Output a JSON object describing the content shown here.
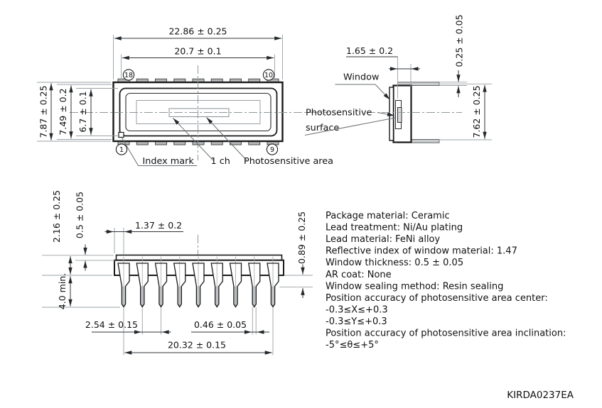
{
  "front_view": {
    "dim_width_outer": "22.86 ± 0.25",
    "dim_width_inner": "20.7 ± 0.1",
    "dim_height_outer": "7.87 ± 0.25",
    "dim_height_mid": "7.49 ± 0.2",
    "dim_height_inner": "6.7 ± 0.1",
    "pin_numbers": {
      "top_left": "18",
      "top_right": "10",
      "bottom_left": "1",
      "bottom_right": "9"
    },
    "labels": {
      "index_mark": "Index mark",
      "channel": "1 ch",
      "photosensitive_area": "Photosensitive area"
    }
  },
  "side_view": {
    "dim_depth": "1.65 ± 0.2",
    "dim_lead_thickness": "0.25 ± 0.05",
    "dim_lead_span": "7.62 ± 0.25",
    "labels": {
      "window": "Window",
      "photosensitive_surface_line1": "Photosensitive",
      "photosensitive_surface_line2": "surface"
    }
  },
  "lead_view": {
    "dim_body_thickness": "2.16 ± 0.25",
    "dim_window_thickness": "0.5 ± 0.05",
    "dim_lead_length": "4.0 min.",
    "dim_edge_to_lead": "1.37 ± 0.2",
    "dim_lead_pitch": "2.54 ± 0.15",
    "dim_lead_width": "0.46 ± 0.05",
    "dim_lead_span": "20.32 ± 0.15",
    "dim_base_to_shoulder": "0.89 ± 0.25"
  },
  "notes": {
    "lines": [
      "Package material: Ceramic",
      "Lead treatment: Ni/Au plating",
      "Lead material: FeNi alloy",
      "Reflective index of window material: 1.47",
      "Window thickness: 0.5 ± 0.05",
      "AR coat: None",
      "Window sealing method: Resin sealing",
      "Position accuracy of photosensitive area center:",
      "-0.3≤X≤+0.3",
      "-0.3≤Y≤+0.3",
      "Position accuracy of photosensitive area inclination:",
      "-5°≤θ≤+5°"
    ]
  },
  "drawing_number": "KIRDA0237EA",
  "colors": {
    "outline": "#1a1a1a",
    "dimension": "#2f3337",
    "extension": "#9aa0a4",
    "lead_fill": "#c9cccd",
    "tab_fill": "#b5b8ba",
    "background": "#ffffff"
  }
}
